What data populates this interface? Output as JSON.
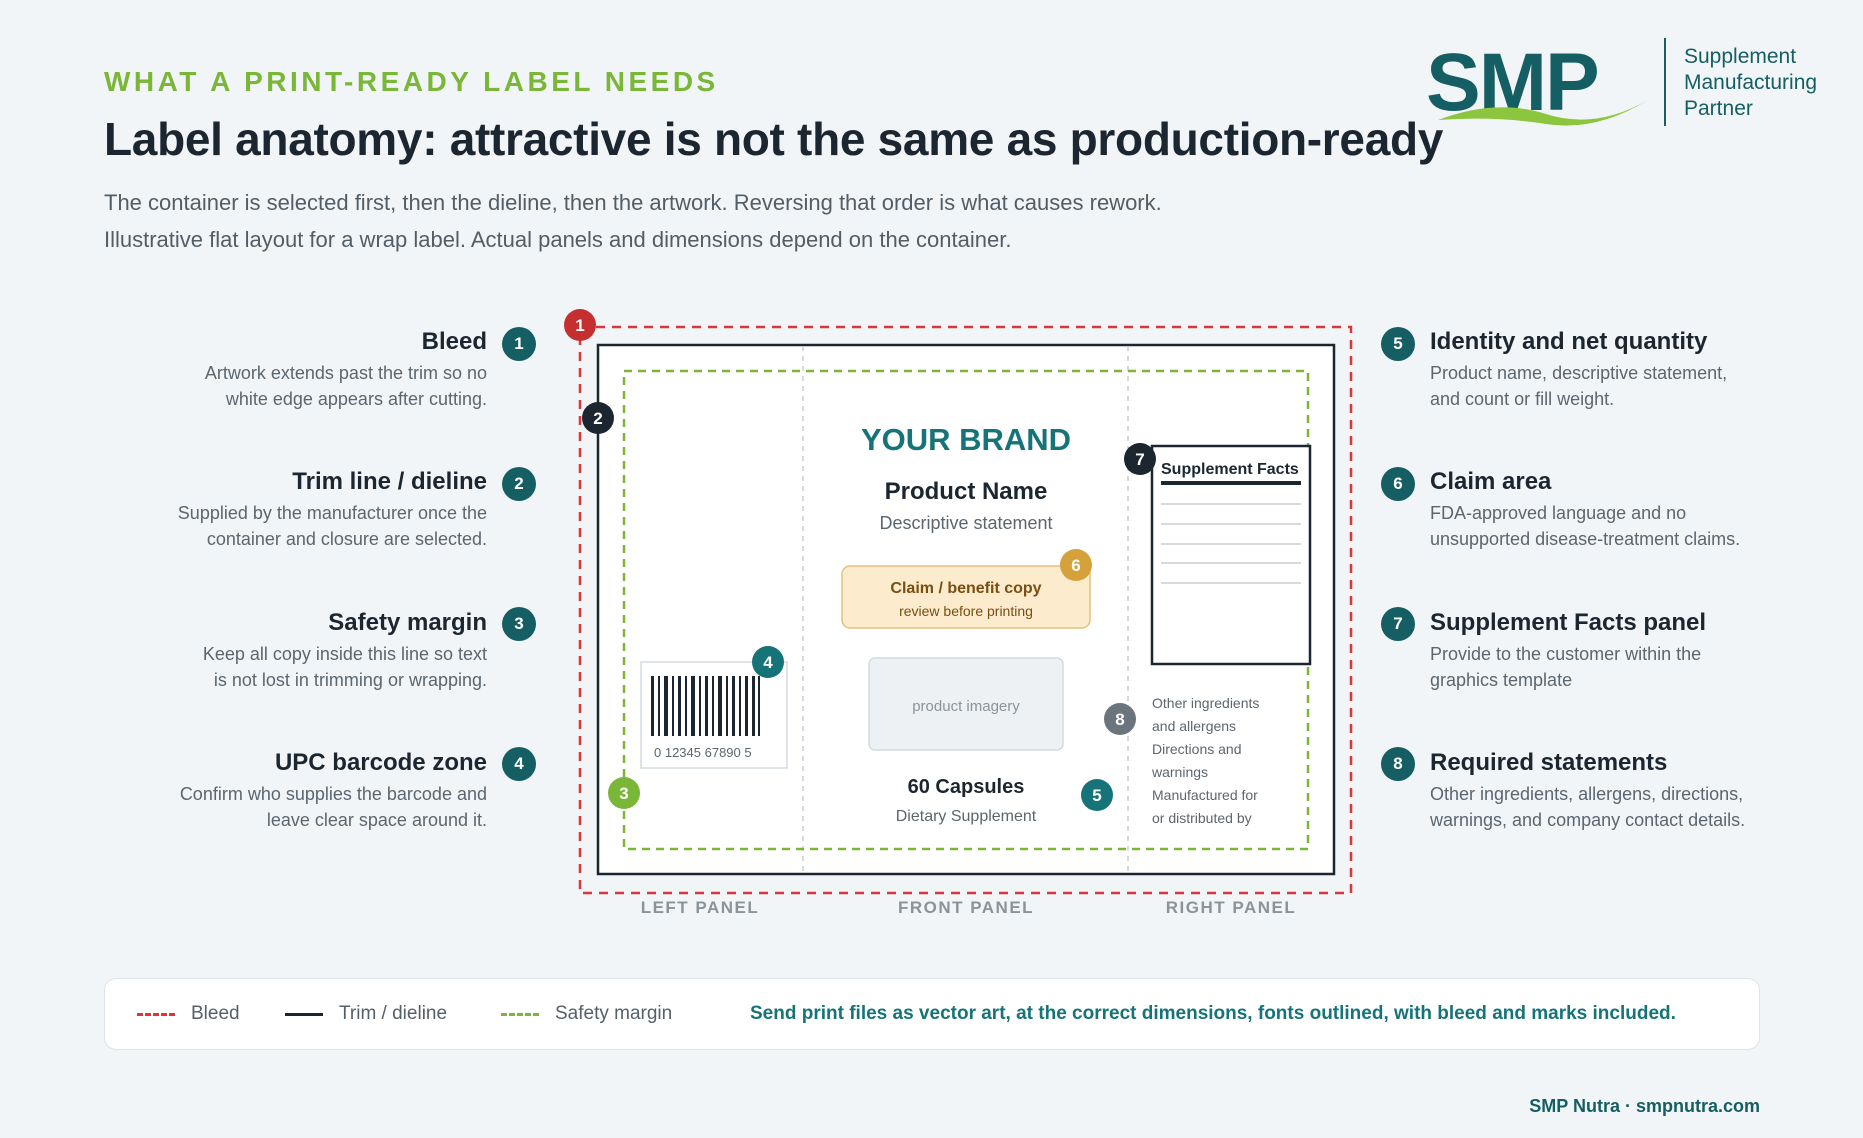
{
  "header": {
    "kicker": "WHAT A PRINT-READY LABEL NEEDS",
    "title": "Label anatomy: attractive is not the same as production-ready",
    "subtitle_line1": "The container is selected first, then the dieline, then the artwork. Reversing that order is what causes rework.",
    "subtitle_line2": "Illustrative flat layout for a wrap label. Actual panels and dimensions depend on the container."
  },
  "logo": {
    "mark": "SMP",
    "tagline": [
      "Supplement",
      "Manufacturing",
      "Partner"
    ]
  },
  "left_callouts": [
    {
      "num": "1",
      "title": "Bleed",
      "desc1": "Artwork extends past the trim so no",
      "desc2": "white edge appears after cutting."
    },
    {
      "num": "2",
      "title": "Trim line / dieline",
      "desc1": "Supplied by the manufacturer once the",
      "desc2": "container and closure are selected."
    },
    {
      "num": "3",
      "title": "Safety margin",
      "desc1": "Keep all copy inside this line so text",
      "desc2": "is not lost in trimming or wrapping."
    },
    {
      "num": "4",
      "title": "UPC barcode zone",
      "desc1": "Confirm who supplies the barcode and",
      "desc2": "leave clear space around it."
    }
  ],
  "right_callouts": [
    {
      "num": "5",
      "title": "Identity and net quantity",
      "desc1": "Product name, descriptive statement,",
      "desc2": "and count or fill weight."
    },
    {
      "num": "6",
      "title": "Claim area",
      "desc1": "FDA-approved language and no",
      "desc2": "unsupported disease-treatment claims."
    },
    {
      "num": "7",
      "title": "Supplement Facts panel",
      "desc1": "Provide to the customer within the",
      "desc2": "graphics template"
    },
    {
      "num": "8",
      "title": "Required statements",
      "desc1": "Other ingredients, allergens, directions,",
      "desc2": "warnings, and company contact details."
    }
  ],
  "label": {
    "brand": "YOUR BRAND",
    "product_name": "Product Name",
    "descriptive": "Descriptive statement",
    "claim_line1": "Claim / benefit copy",
    "claim_line2": "review before printing",
    "imagery": "product imagery",
    "count": "60 Capsules",
    "type": "Dietary Supplement",
    "barcode_number": "0 12345 67890 5",
    "facts_title": "Supplement Facts",
    "statements": [
      "Other ingredients",
      "and allergens",
      "Directions and",
      "warnings",
      "Manufactured for",
      "or distributed by"
    ],
    "markers": {
      "bleed": "1",
      "trim": "2",
      "safety": "3",
      "barcode": "4",
      "identity": "5",
      "claim": "6",
      "facts": "7",
      "statements": "8"
    },
    "panels": [
      "LEFT PANEL",
      "FRONT PANEL",
      "RIGHT PANEL"
    ]
  },
  "legend": {
    "bleed": "Bleed",
    "trim": "Trim / dieline",
    "safety": "Safety margin",
    "note": "Send print files as vector art, at the correct dimensions, fonts outlined, with bleed and marks included."
  },
  "footer": "SMP Nutra · smpnutra.com",
  "colors": {
    "teal": "#155e63",
    "green": "#7ab637",
    "bleed_red": "#d9363e",
    "claim_gold": "#d4a13a",
    "dark": "#1c2630"
  }
}
